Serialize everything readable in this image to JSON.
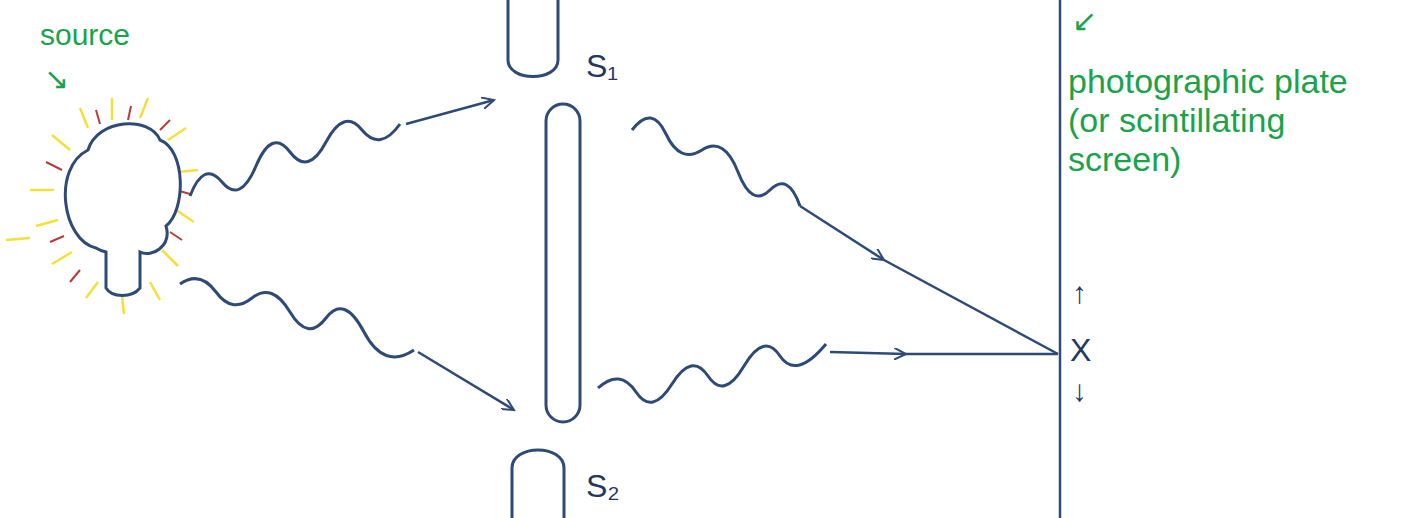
{
  "diagram": {
    "labels": [
      "source",
      "↘",
      "S₁",
      "S₂",
      "↙",
      "photographic plate (or scintillating screen)",
      "X",
      "↑",
      "↓"
    ]
  }
}
